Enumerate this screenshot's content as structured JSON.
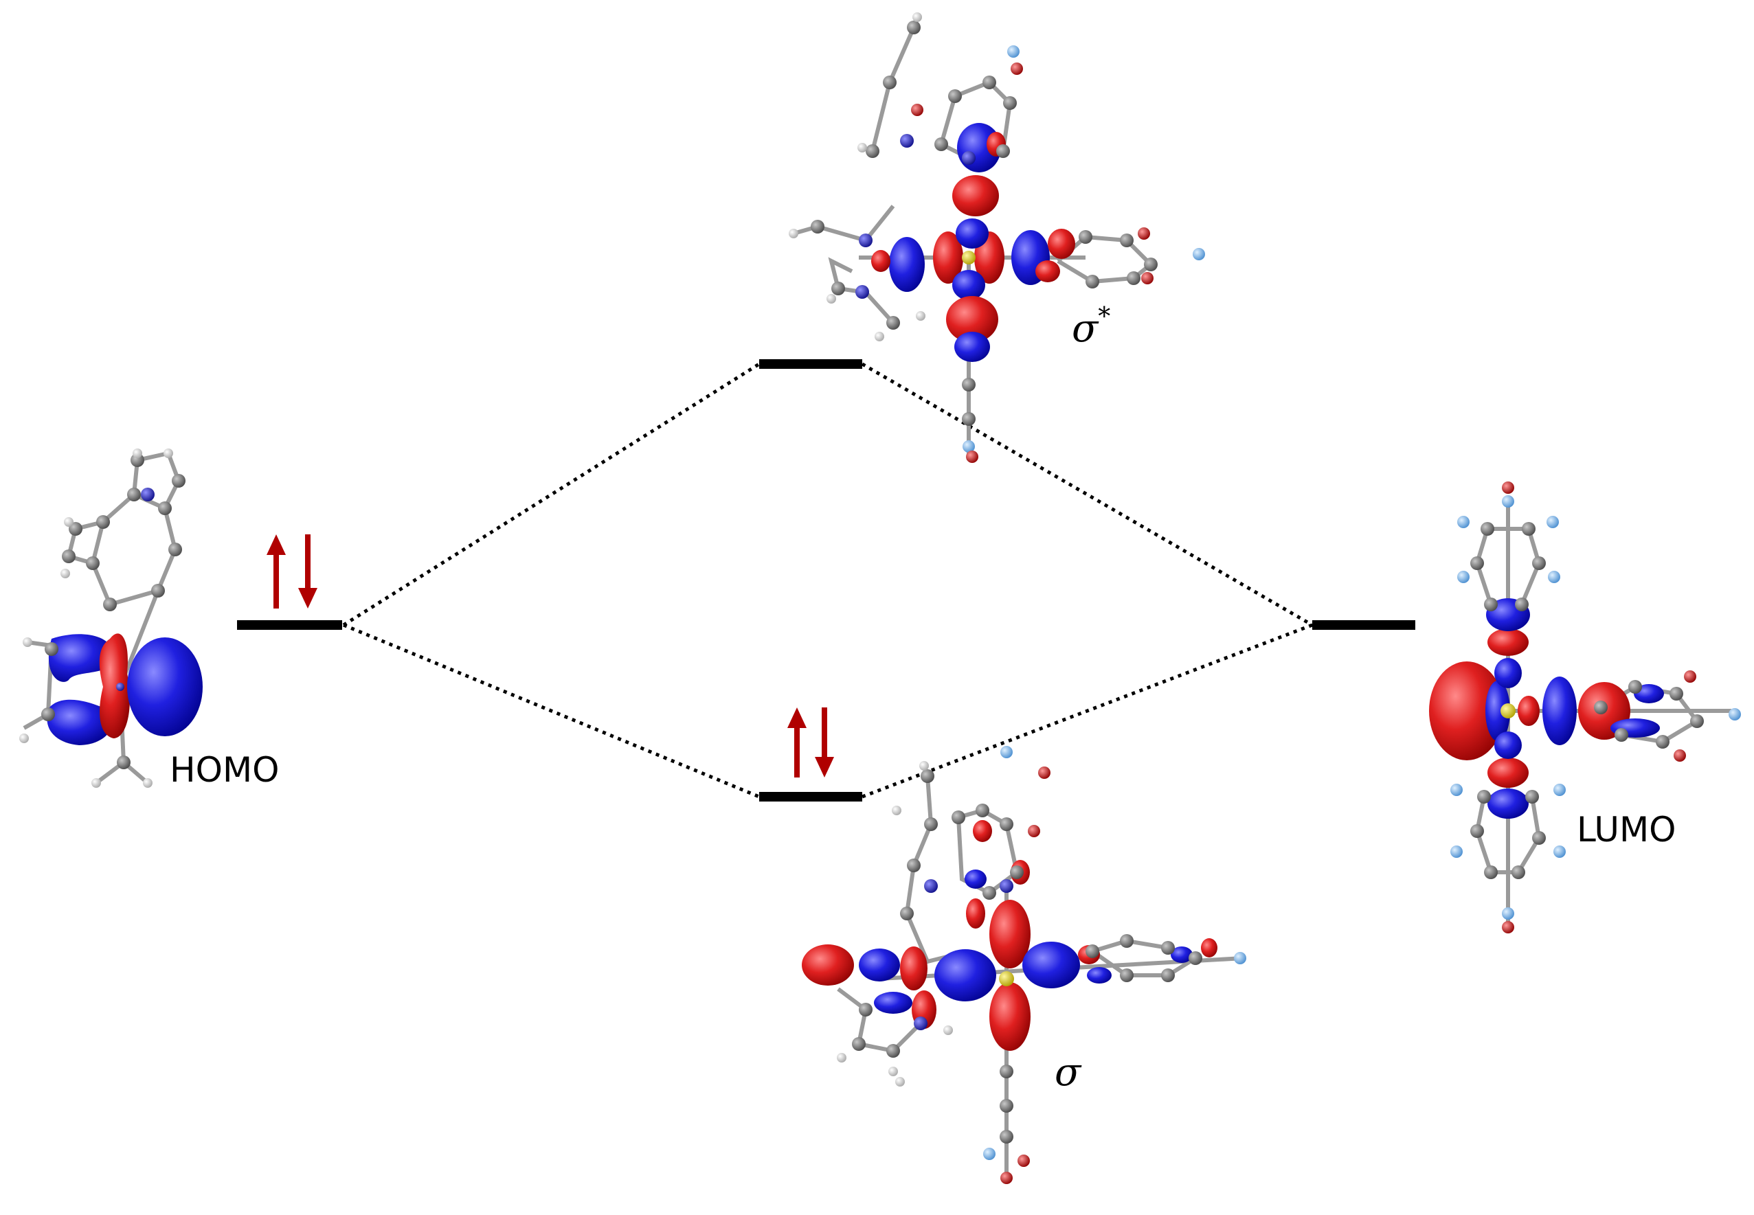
{
  "diagram": {
    "type": "molecular-orbital-interaction",
    "labels": {
      "homo": "HOMO",
      "lumo": "LUMO",
      "sigma": "σ",
      "sigma_star_base": "σ",
      "sigma_star_sup": "*"
    },
    "levels": [
      {
        "id": "homo",
        "electrons": 2
      },
      {
        "id": "lumo",
        "electrons": 0
      },
      {
        "id": "sigma",
        "electrons": 2
      },
      {
        "id": "sigma-star",
        "electrons": 0
      }
    ],
    "colors": {
      "level": "#000000",
      "connector": "#000000",
      "electron_arrow": "#b00000",
      "lobe_positive": "#d81818",
      "lobe_negative": "#1c1cc8",
      "atom_carbon": "#6e6e6e",
      "atom_hydrogen": "#e0e0e0",
      "atom_nitrogen": "#2020d0",
      "atom_oxygen": "#d02020",
      "atom_fluorine": "#7fb8ee",
      "atom_metal": "#e8d81c",
      "bond": "#9a9a9a"
    }
  }
}
